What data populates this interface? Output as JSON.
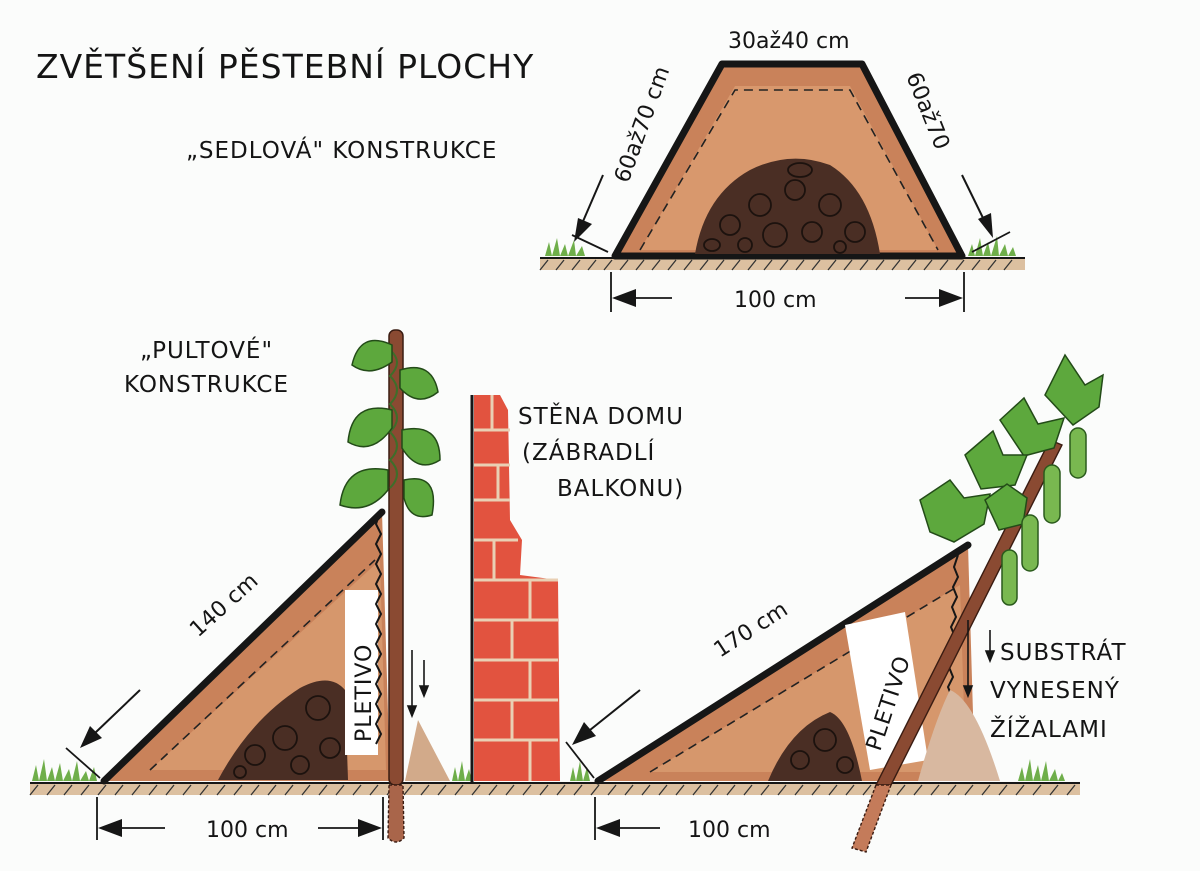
{
  "title": "ZVĚTŠENÍ PĚSTEBNÍ PLOCHY",
  "saddle": {
    "label": "„SEDLOVÁ\" KONSTRUKCE",
    "top_width": "30až40 cm",
    "left_slope": "60až70 cm",
    "right_slope": "60až70",
    "base": "100 cm"
  },
  "lean_to": {
    "label_line1": "„PULTOVÉ\"",
    "label_line2": "KONSTRUKCE",
    "slope": "140 cm",
    "mesh": "PLETIVO",
    "base": "100 cm"
  },
  "wall": {
    "line1": "STĚNA DOMU",
    "line2": "(ZÁBRADLÍ",
    "line3": "BALKONU)"
  },
  "long_bed": {
    "slope": "170 cm",
    "mesh": "PLETIVO",
    "base": "100 cm",
    "substrate_line1": "SUBSTRÁT",
    "substrate_line2": "VYNESENÝ",
    "substrate_line3": "ŽÍŽALAMI"
  },
  "colors": {
    "soil": "#c9825a",
    "soil_light": "#e3b08a",
    "outline": "#161616",
    "brick": "#e2533f",
    "leaf": "#5da83d",
    "grass": "#6fae4a",
    "ground": "#d8b898"
  }
}
